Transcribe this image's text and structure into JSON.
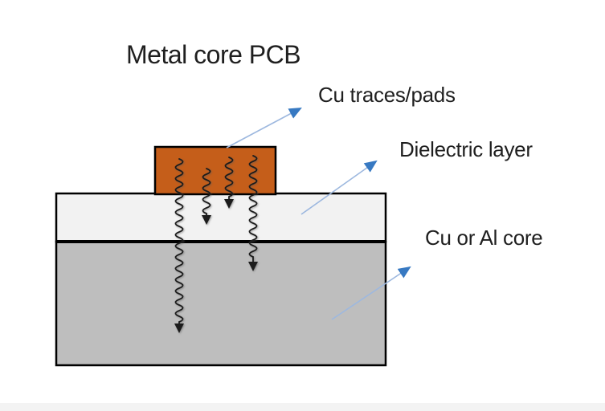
{
  "diagram": {
    "title": "Metal core PCB",
    "callouts": [
      {
        "label": "Cu traces/pads"
      },
      {
        "label": "Dielectric layer"
      },
      {
        "label": "Cu or Al core"
      }
    ],
    "layers": [
      {
        "name": "copper-pad",
        "color": "#C55E1A"
      },
      {
        "name": "dielectric-layer",
        "color": "#F2F2F2"
      },
      {
        "name": "metal-core",
        "color": "#BEBEBE"
      }
    ],
    "icons": {
      "heat_flow": "wavy-down-arrow",
      "callout_pointer": "blue-arrowhead"
    },
    "colors": {
      "background": "#FFFFFF",
      "outline": "#000000",
      "callout_line": "#9DB8DF",
      "callout_arrowhead": "#3779C2",
      "heat_arrow": "#1C1C1C",
      "text": "#1F1F1F",
      "footer_strip": "#F3F3F3"
    }
  }
}
